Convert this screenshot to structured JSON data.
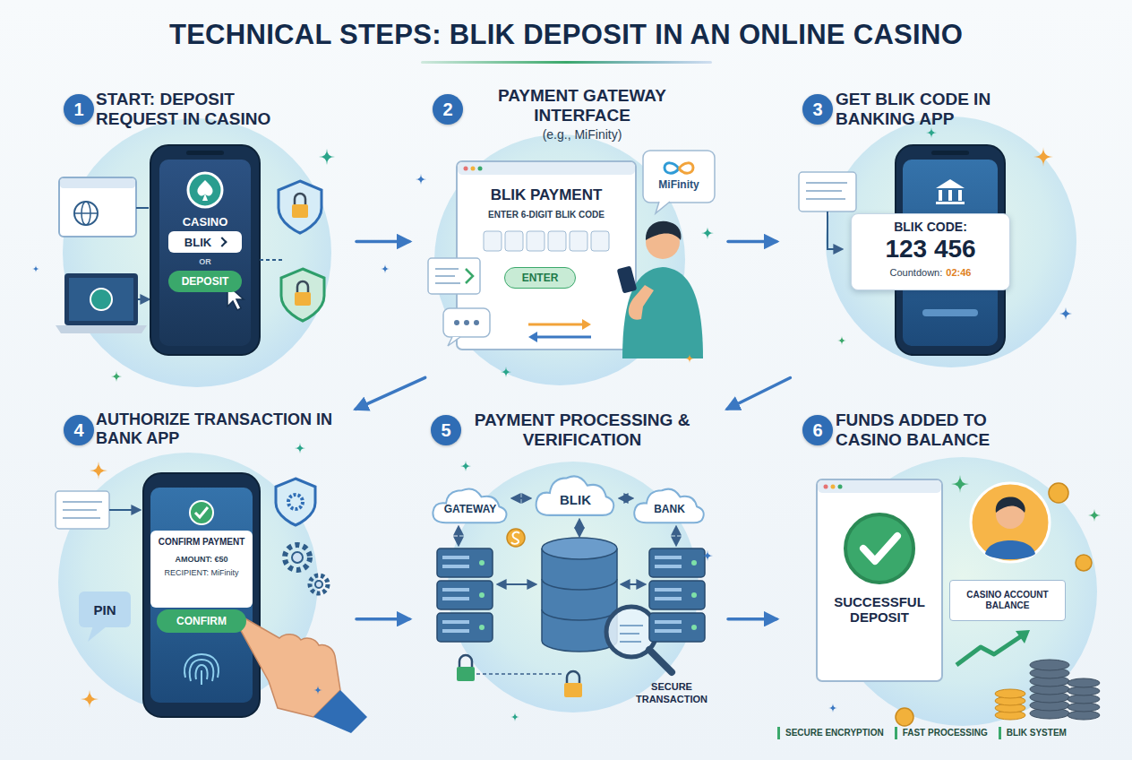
{
  "diagram": {
    "title": "TECHNICAL STEPS: BLIK DEPOSIT IN AN ONLINE CASINO",
    "nodes": [
      {
        "text": [
          "1",
          "START: DEPOSIT REQUEST IN CASINO"
        ]
      },
      {
        "text": [
          "CASINO",
          "OR"
        ],
        "in": 0
      },
      {
        "text": [
          "BLIK"
        ],
        "in": 1
      },
      {
        "text": [
          "DEPOSIT"
        ],
        "in": 1
      },
      {
        "text": [
          "2",
          "PAYMENT GATEWAY INTERFACE",
          "(e.g., MiFinity)"
        ]
      },
      {
        "text": [
          "BLIK PAYMENT",
          "ENTER 6-DIGIT BLIK CODE"
        ],
        "in": 4
      },
      {
        "text": [
          "ENTER"
        ],
        "in": 5
      },
      {
        "text": [
          "MiFinity"
        ],
        "in": 4
      },
      {
        "text": [
          "3",
          "GET BLIK CODE IN BANKING APP"
        ]
      },
      {
        "text": [
          "BLIK CODE:",
          "123 456",
          "Countdown:",
          "02:46"
        ],
        "in": 8
      },
      {
        "text": [
          "4",
          "AUTHORIZE TRANSACTION IN BANK APP"
        ]
      },
      {
        "text": [
          "CONFIRM PAYMENT",
          "AMOUNT: €50",
          "RECIPIENT: MiFinity"
        ],
        "in": 10
      },
      {
        "text": [
          "CONFIRM"
        ],
        "in": 10
      },
      {
        "text": [
          "PIN"
        ],
        "in": 10
      },
      {
        "text": [
          "5",
          "PAYMENT PROCESSING & VERIFICATION"
        ]
      },
      {
        "text": [
          "GATEWAY"
        ],
        "in": 14
      },
      {
        "text": [
          "BLIK"
        ],
        "in": 14
      },
      {
        "text": [
          "BANK"
        ],
        "in": 14
      },
      {
        "text": [
          "6",
          "FUNDS ADDED TO CASINO BALANCE"
        ]
      },
      {
        "text": [
          "SUCCESSFUL DEPOSIT"
        ],
        "in": 18
      },
      {
        "text": [
          "CASINO ACCOUNT BALANCE"
        ],
        "in": 18
      }
    ],
    "edges": [
      {
        "from": 0,
        "to": 4,
        "arrow": "to"
      },
      {
        "from": 4,
        "to": 8,
        "arrow": "to"
      },
      {
        "from": 4,
        "to": 10,
        "arrow": "to"
      },
      {
        "from": 8,
        "to": 14,
        "arrow": "to"
      },
      {
        "from": 10,
        "to": 14,
        "arrow": "to"
      },
      {
        "from": 14,
        "to": 18,
        "arrow": "to"
      }
    ],
    "labels": [
      "SECURE TRANSACTION"
    ],
    "legend": [
      {
        "text": "SECURE ENCRYPTION",
        "color": "#3aa86b"
      },
      {
        "text": "FAST PROCESSING",
        "color": "#3aa86b"
      },
      {
        "text": "BLIK SYSTEM",
        "color": "#3aa86b"
      }
    ]
  }
}
